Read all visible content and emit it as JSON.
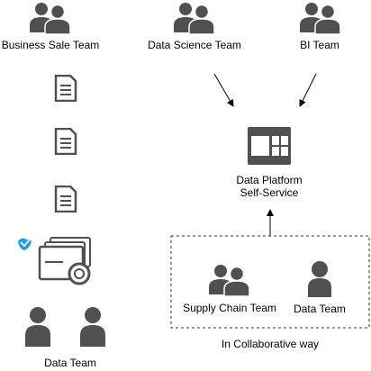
{
  "colors": {
    "icon_fill": "#505050",
    "line": "#000000",
    "dashed_border": "#333333",
    "check_badge": "#1BA1E2",
    "background": "#FFFFFF"
  },
  "teams": {
    "business_sale": "Business Sale Team",
    "data_science": "Data Science Team",
    "bi": "BI Team",
    "supply_chain": "Supply Chain Team",
    "data_team_inner": "Data Team",
    "data_team_bottom": "Data Team"
  },
  "platform": {
    "line1": "Data Platform",
    "line2": "Self-Service"
  },
  "collab_group": {
    "caption": "In Collaborative way"
  },
  "icons": {
    "group": "users-icon",
    "person": "user-icon",
    "document": "document-icon",
    "platform": "dashboard-icon",
    "certificate": "certificate-check-icon"
  }
}
